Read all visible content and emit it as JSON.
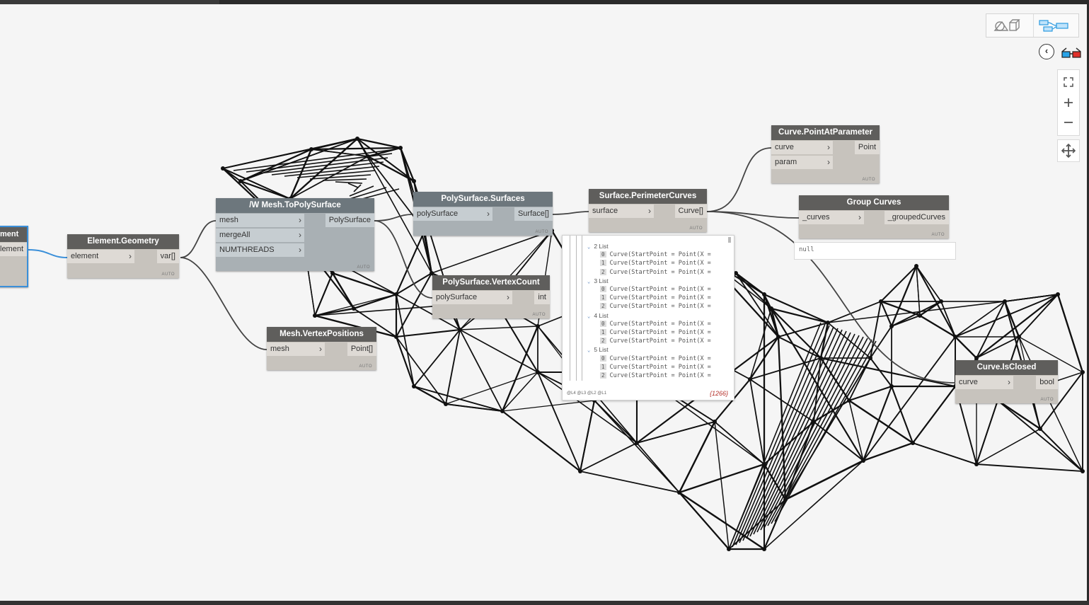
{
  "nodes": {
    "element": {
      "title": "ment",
      "output": "lement"
    },
    "element_geometry": {
      "title": "Element.Geometry",
      "inputs": [
        "element"
      ],
      "outputs": [
        "var[]"
      ],
      "lacing": "AUTO"
    },
    "mesh_to_polysurface": {
      "title": "/W Mesh.ToPolySurface",
      "inputs": [
        "mesh",
        "mergeAll",
        "NUMTHREADS"
      ],
      "outputs": [
        "PolySurface"
      ],
      "lacing": "AUTO"
    },
    "mesh_vertex_positions": {
      "title": "Mesh.VertexPositions",
      "inputs": [
        "mesh"
      ],
      "outputs": [
        "Point[]"
      ],
      "lacing": "AUTO"
    },
    "polysurface_surfaces": {
      "title": "PolySurface.Surfaces",
      "inputs": [
        "polySurface"
      ],
      "outputs": [
        "Surface[]"
      ],
      "lacing": "AUTO"
    },
    "polysurface_vertexcount": {
      "title": "PolySurface.VertexCount",
      "inputs": [
        "polySurface"
      ],
      "outputs": [
        "int"
      ],
      "lacing": "AUTO"
    },
    "surface_perimetercurves": {
      "title": "Surface.PerimeterCurves",
      "inputs": [
        "surface"
      ],
      "outputs": [
        "Curve[]"
      ],
      "lacing": "AUTO"
    },
    "curve_pointatparameter": {
      "title": "Curve.PointAtParameter",
      "inputs": [
        "curve",
        "param"
      ],
      "outputs": [
        "Point"
      ],
      "lacing": "AUTO"
    },
    "group_curves": {
      "title": "Group Curves",
      "inputs": [
        "_curves"
      ],
      "outputs": [
        "_groupedCurves"
      ],
      "lacing": "AUTO",
      "preview": "null"
    },
    "curve_isclosed": {
      "title": "Curve.IsClosed",
      "inputs": [
        "curve"
      ],
      "outputs": [
        "bool"
      ],
      "lacing": "AUTO"
    }
  },
  "watch": {
    "groups": [
      {
        "label": "2 List",
        "items": [
          "Curve(StartPoint = Point(X =",
          "Curve(StartPoint = Point(X =",
          "Curve(StartPoint = Point(X ="
        ]
      },
      {
        "label": "3 List",
        "items": [
          "Curve(StartPoint = Point(X =",
          "Curve(StartPoint = Point(X =",
          "Curve(StartPoint = Point(X ="
        ]
      },
      {
        "label": "4 List",
        "items": [
          "Curve(StartPoint = Point(X =",
          "Curve(StartPoint = Point(X =",
          "Curve(StartPoint = Point(X ="
        ]
      },
      {
        "label": "5 List",
        "items": [
          "Curve(StartPoint = Point(X =",
          "Curve(StartPoint = Point(X =",
          "Curve(StartPoint = Point(X ="
        ]
      }
    ],
    "indices": [
      "0",
      "1",
      "2"
    ],
    "levels": "@L4 @L3 @L2 @L1",
    "count": "{1266}"
  },
  "toolbar": {
    "view_toggle": [
      "geometry-view-icon",
      "graph-view-icon"
    ],
    "back_icon": "chevron-left-icon",
    "anaglyph_icon": "3d-glasses-icon",
    "zoom_controls": [
      "fit-view-icon",
      "zoom-in-icon",
      "zoom-out-icon",
      "pan-icon"
    ]
  },
  "colors": {
    "node_header": "#5f5e5c",
    "node_body": "#c7c3bd",
    "selected_wire": "#3a8fd9",
    "wire": "#4a4a4a",
    "canvas": "#f5f5f5"
  }
}
